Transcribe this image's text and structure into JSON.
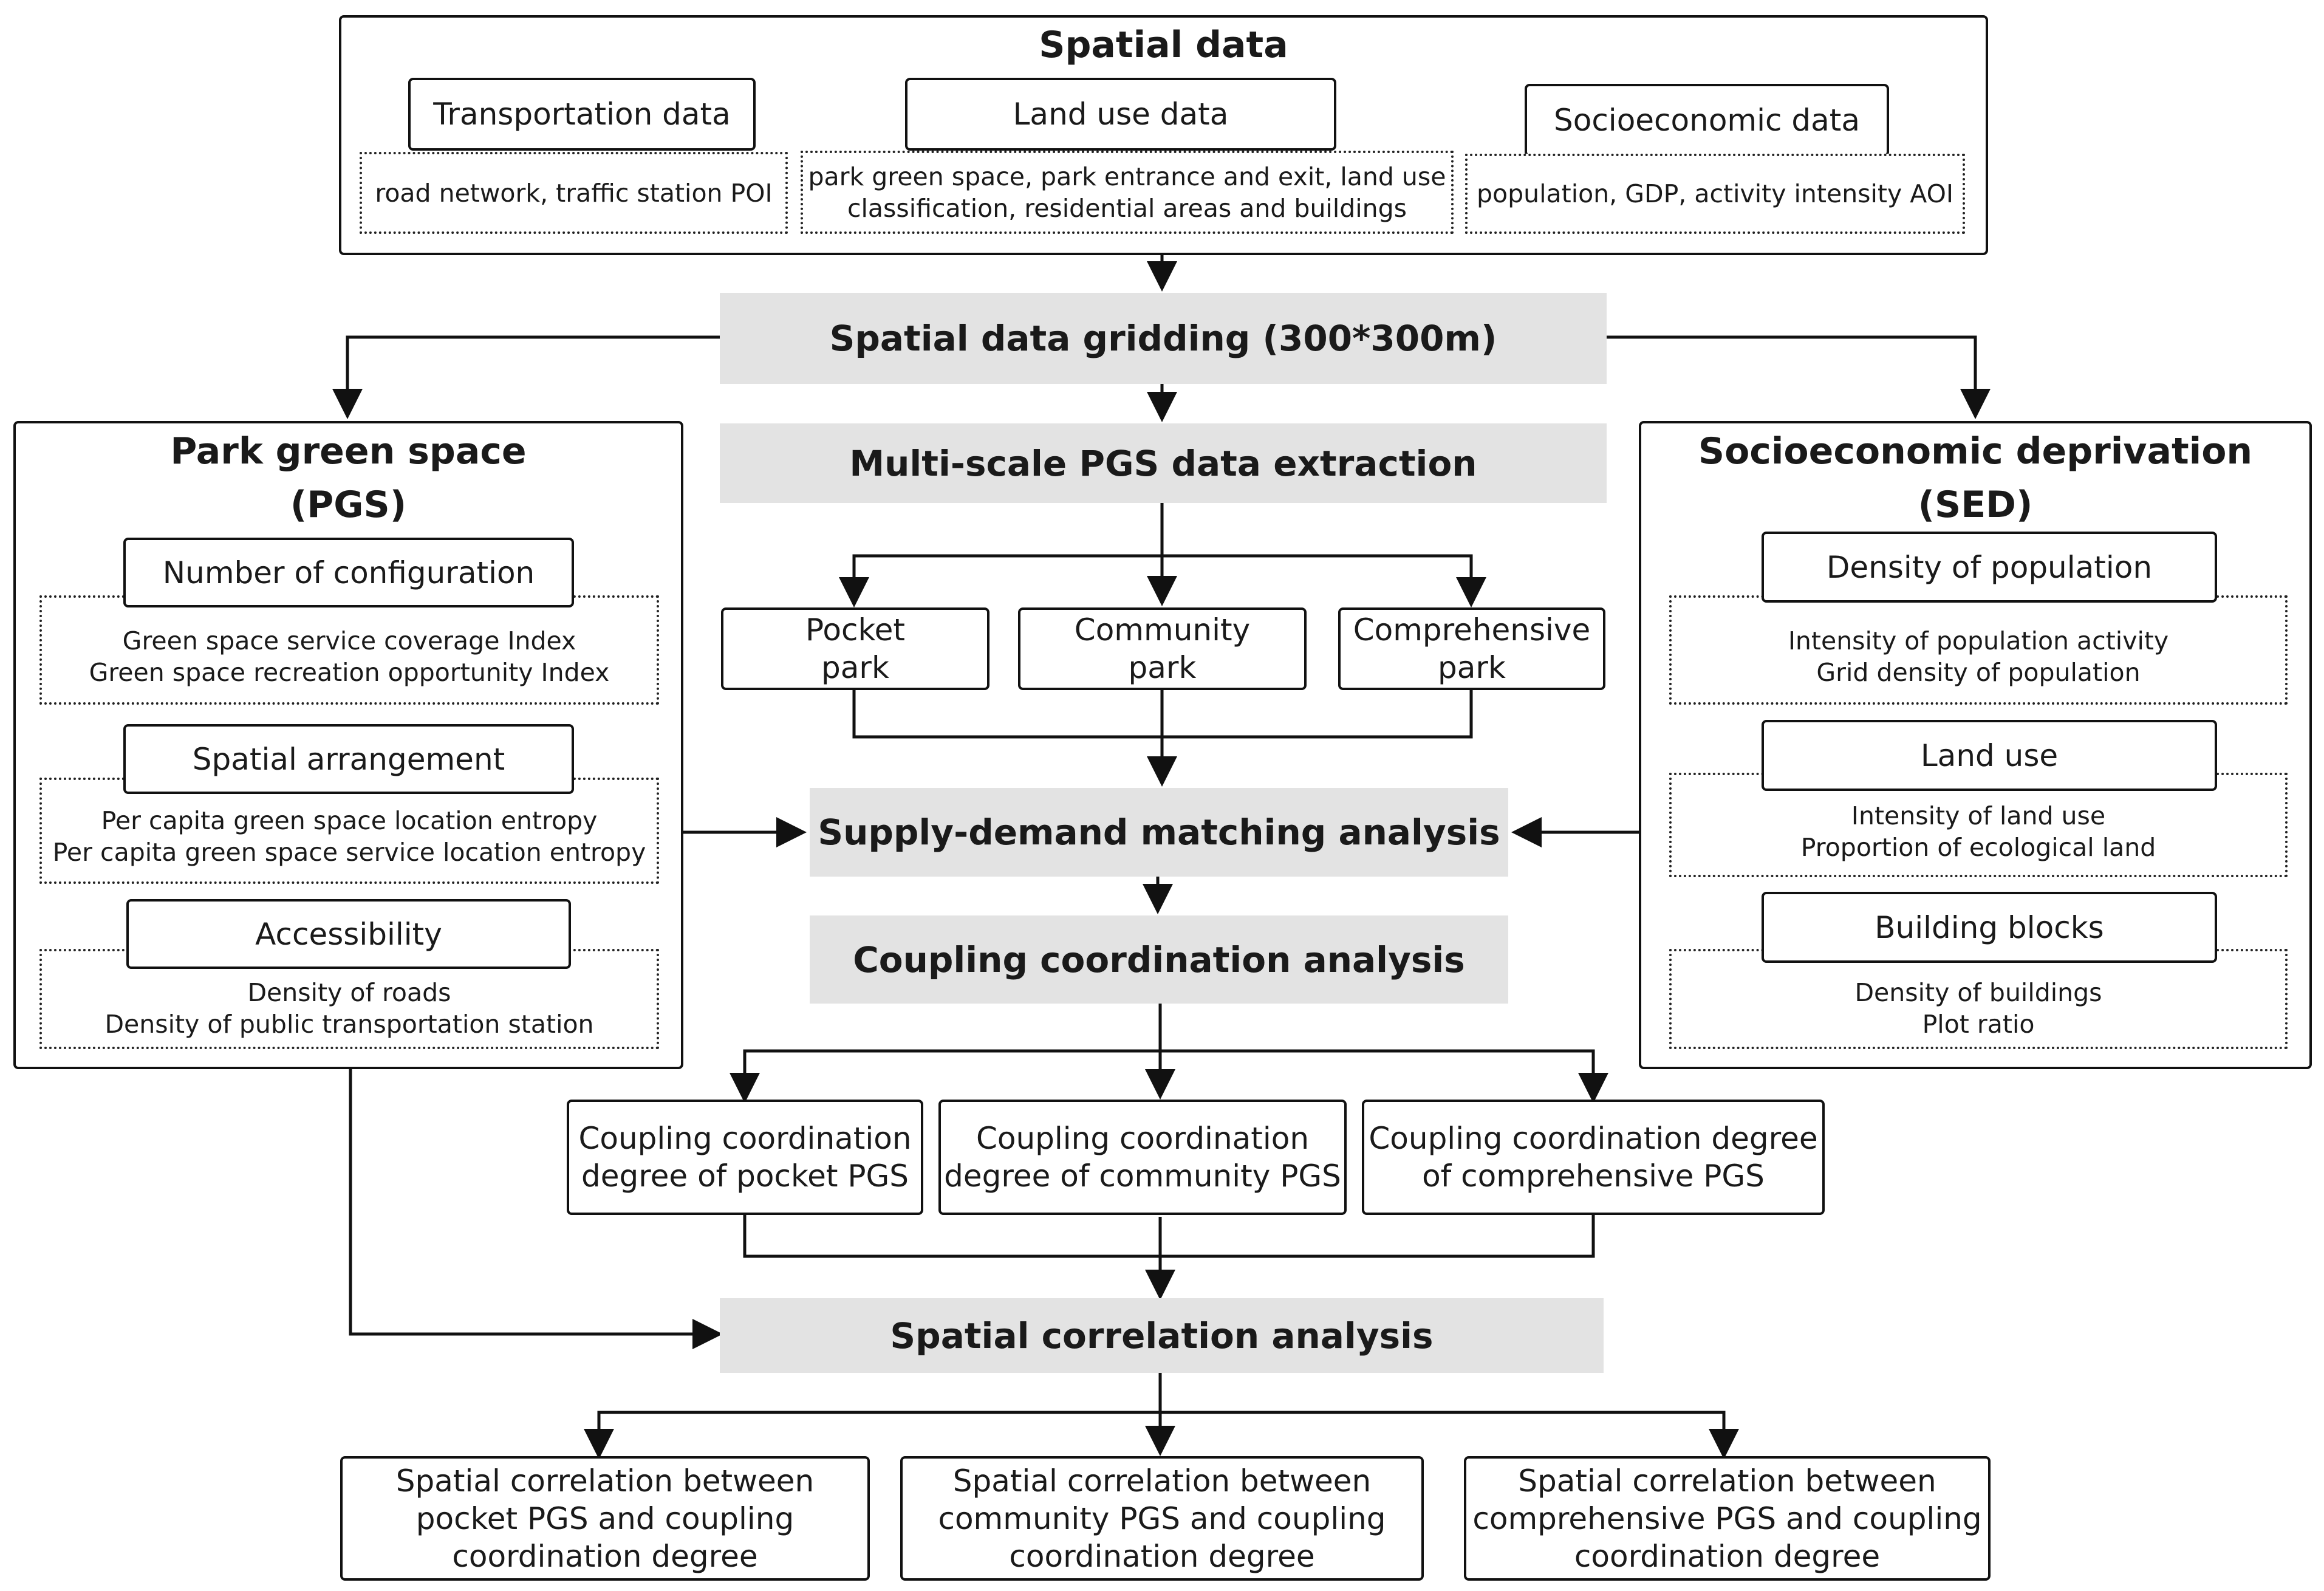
{
  "spatial_data": {
    "title": "Spatial data",
    "transport": {
      "label": "Transportation data",
      "detail": "road network, traffic station POI"
    },
    "landuse": {
      "label": "Land use data",
      "detail_1": "park green space, park entrance and exit, land use",
      "detail_2": "classification, residential areas and buildings"
    },
    "socio": {
      "label": "Socioeconomic data",
      "detail": "population, GDP, activity intensity AOI"
    }
  },
  "gridding": "Spatial data gridding (300*300m)",
  "extraction": "Multi-scale PGS data extraction",
  "parks": {
    "pocket": [
      "Pocket",
      "park"
    ],
    "community": [
      "Community",
      "park"
    ],
    "comprehensive": [
      "Comprehensive",
      "park"
    ]
  },
  "pgs": {
    "title_1": "Park green space",
    "title_2": "(PGS)",
    "groups": [
      {
        "label": "Number of configuration",
        "lines": [
          "Green space service coverage Index",
          "Green space recreation opportunity Index"
        ]
      },
      {
        "label": "Spatial arrangement",
        "lines": [
          "Per capita green space location entropy",
          "Per capita green space service location entropy"
        ]
      },
      {
        "label": "Accessibility",
        "lines": [
          "Density of roads",
          "Density of public transportation station"
        ]
      }
    ]
  },
  "sed": {
    "title_1": "Socioeconomic deprivation",
    "title_2": "(SED)",
    "groups": [
      {
        "label": "Density of population",
        "lines": [
          "Intensity of population activity",
          "Grid density of population"
        ]
      },
      {
        "label": "Land use",
        "lines": [
          "Intensity of land use",
          "Proportion of ecological land"
        ]
      },
      {
        "label": "Building blocks",
        "lines": [
          "Density of buildings",
          "Plot ratio"
        ]
      }
    ]
  },
  "matching": "Supply-demand matching analysis",
  "coupling": "Coupling coordination analysis",
  "ccd": {
    "pocket": [
      "Coupling coordination",
      "degree of pocket PGS"
    ],
    "community": [
      "Coupling coordination",
      "degree of community PGS"
    ],
    "comprehensive": [
      "Coupling coordination degree",
      "of comprehensive PGS"
    ]
  },
  "correlation": "Spatial correlation analysis",
  "results": {
    "pocket": [
      "Spatial correlation between",
      "pocket PGS and coupling",
      "coordination degree"
    ],
    "community": [
      "Spatial correlation between",
      "community PGS and coupling",
      "coordination degree"
    ],
    "comprehensive": [
      "Spatial correlation between",
      "comprehensive PGS and coupling",
      "coordination degree"
    ]
  }
}
